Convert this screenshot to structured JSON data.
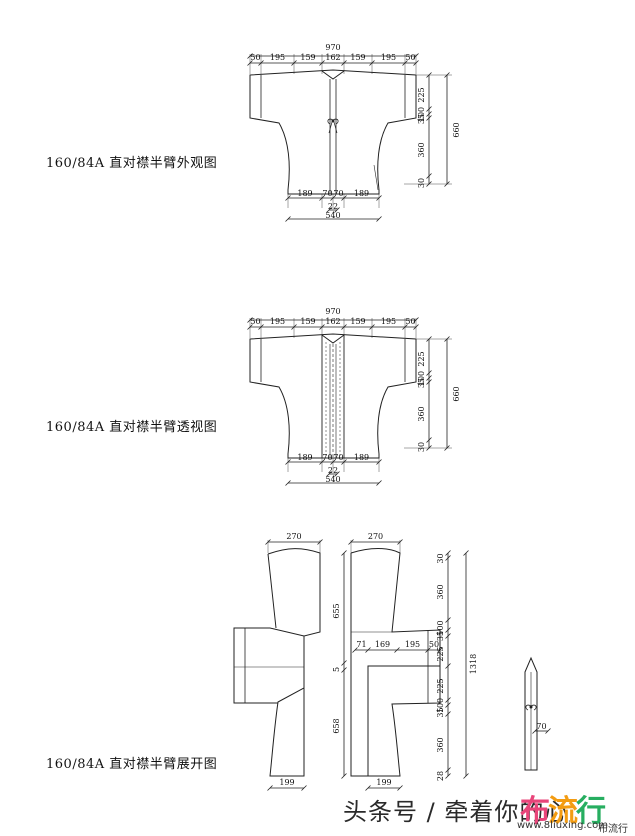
{
  "captions": {
    "exterior": "160/84A 直对襟半臂外观图",
    "transparent": "160/84A 直对襟半臂透视图",
    "pattern": "160/84A 直对襟半臂展开图"
  },
  "dims": {
    "total_width": "970",
    "width_parts": [
      "50",
      "195",
      "159",
      "162",
      "159",
      "195",
      "50"
    ],
    "right_heights": [
      "225",
      "100",
      "35",
      "360",
      "30"
    ],
    "total_length": "660",
    "hem_parts": [
      "189",
      "70",
      "70",
      "189"
    ],
    "center_gap": "22",
    "hem_width": "540"
  },
  "pattern_dims": {
    "shoulder_width": "270",
    "upper_length": "655",
    "lower_length": "658",
    "hem": "199",
    "fold_mark": "5",
    "sleeve_parts": [
      "71",
      "169",
      "195",
      "50"
    ],
    "right_parts": [
      "30",
      "360",
      "100",
      "35",
      "225",
      "225",
      "100",
      "35",
      "360",
      "28"
    ],
    "full_length": "1318",
    "placket_width": "70"
  },
  "watermark": {
    "text": "头条号 / 牵着你的心",
    "logo": "布流行",
    "url": "www.8liuxing.com",
    "brand": "布流行",
    "logo_colors": [
      "#e8457a",
      "#f39c12",
      "#27ae60",
      "#2e86de",
      "#8e44ad"
    ]
  }
}
